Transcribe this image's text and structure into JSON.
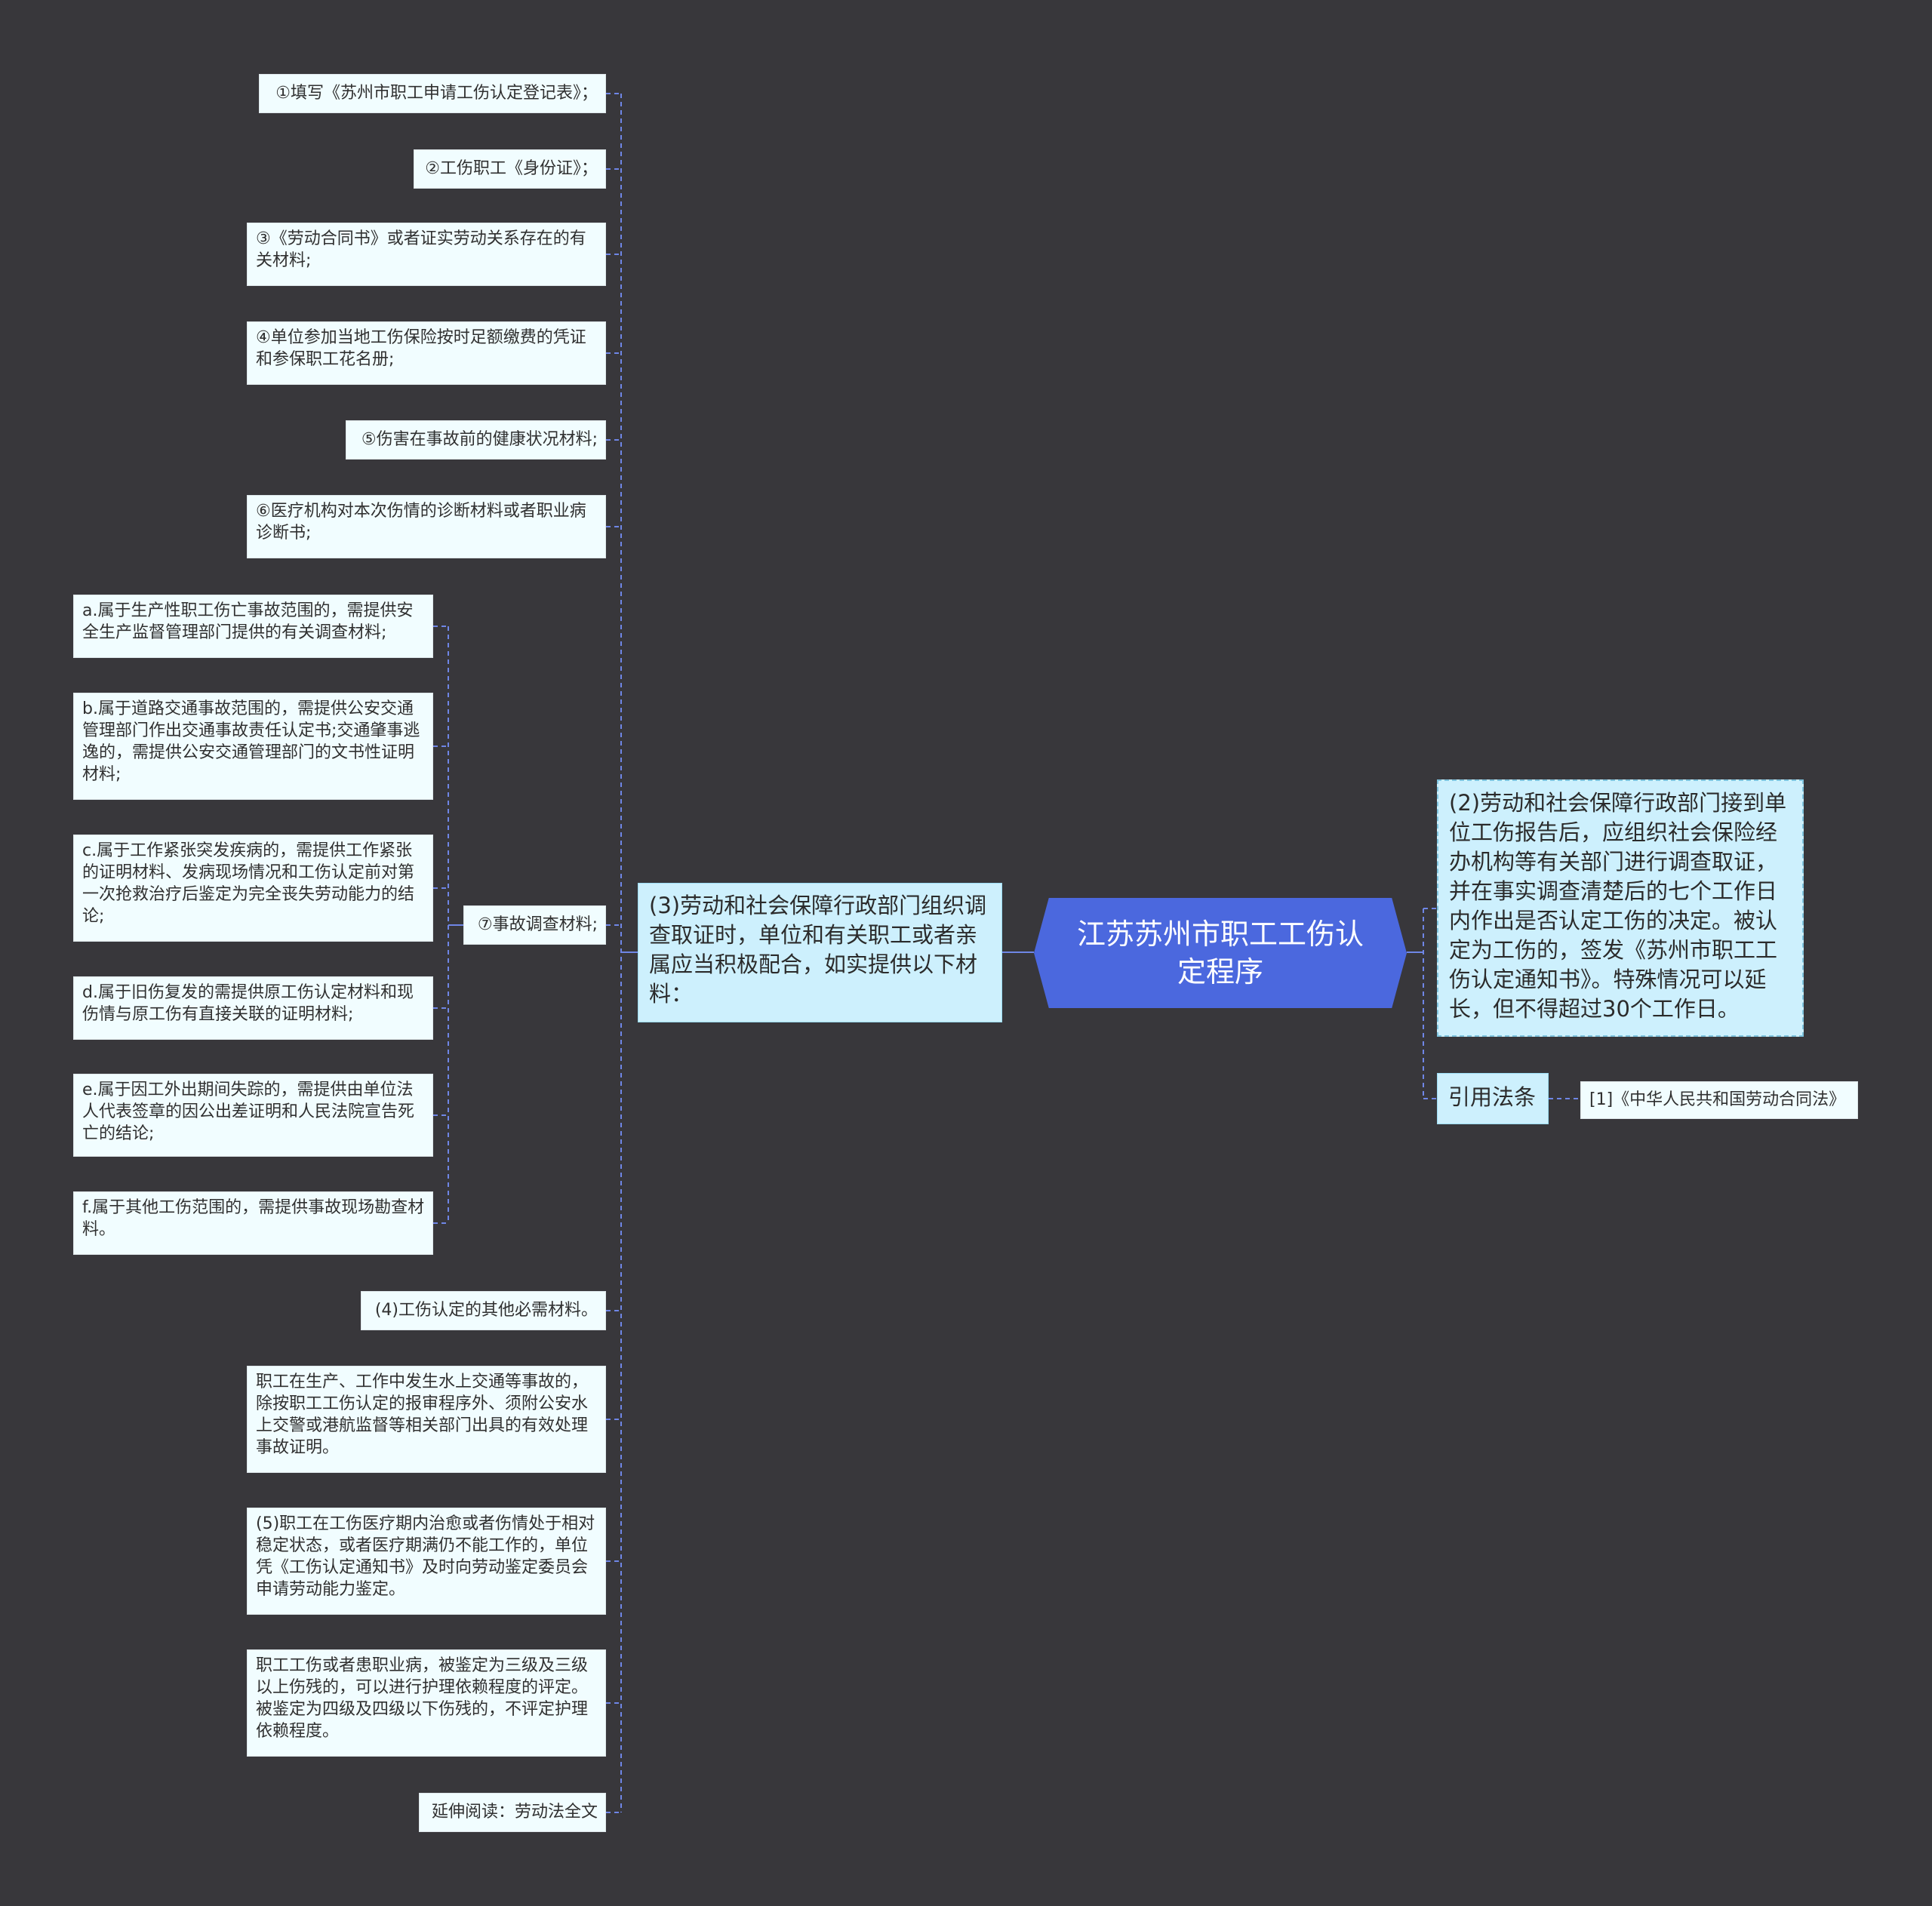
{
  "root": {
    "title": "江苏苏州市职工工伤认定程序"
  },
  "left_branch": {
    "label": "(3)劳动和社会保障行政部门组织调查取证时，单位和有关职工或者亲属应当积极配合，如实提供以下材料：",
    "items": [
      "①填写《苏州市职工申请工伤认定登记表》；",
      "②工伤职工《身份证》；",
      "③《劳动合同书》或者证实劳动关系存在的有关材料;",
      "④单位参加当地工伤保险按时足额缴费的凭证和参保职工花名册;",
      "⑤伤害在事故前的健康状况材料;",
      "⑥医疗机构对本次伤情的诊断材料或者职业病诊断书;",
      "⑦事故调查材料;",
      "(4)工伤认定的其他必需材料。",
      "职工在生产、工作中发生水上交通等事故的，除按职工工伤认定的报审程序外、须附公安水上交警或港航监督等相关部门出具的有效处理事故证明。",
      "(5)职工在工伤医疗期内治愈或者伤情处于相对稳定状态，或者医疗期满仍不能工作的，单位凭《工伤认定通知书》及时向劳动鉴定委员会申请劳动能力鉴定。",
      "职工工伤或者患职业病，被鉴定为三级及三级以上伤残的，可以进行护理依赖程度的评定。被鉴定为四级及四级以下伤残的，不评定护理依赖程度。",
      "延伸阅读：劳动法全文"
    ],
    "sub_items": [
      "a.属于生产性职工伤亡事故范围的，需提供安全生产监督管理部门提供的有关调查材料;",
      "b.属于道路交通事故范围的，需提供公安交通管理部门作出交通事故责任认定书;交通肇事逃逸的，需提供公安交通管理部门的文书性证明材料;",
      "c.属于工作紧张突发疾病的，需提供工作紧张的证明材料、发病现场情况和工伤认定前对第一次抢救治疗后鉴定为完全丧失劳动能力的结论;",
      "d.属于旧伤复发的需提供原工伤认定材料和现伤情与原工伤有直接关联的证明材料;",
      "e.属于因工外出期间失踪的，需提供由单位法人代表签章的因公出差证明和人民法院宣告死亡的结论;",
      "f.属于其他工伤范围的，需提供事故现场勘查材料。"
    ]
  },
  "right_branch": {
    "step2": "(2)劳动和社会保障行政部门接到单位工伤报告后，应组织社会保险经办机构等有关部门进行调查取证，并在事实调查清楚后的七个工作日内作出是否认定工伤的决定。被认定为工伤的，签发《苏州市职工工伤认定通知书》。特殊情况可以延长，但不得超过30个工作日。",
    "cite_label": "引用法条",
    "cite_item": "[1]《中华人民共和国劳动合同法》"
  },
  "colors": {
    "background": "#38373b",
    "root": "#4b68de",
    "connector": "#6f86e6",
    "level1_fill": "#cdf0fd",
    "leaf_fill": "#f1fdff"
  }
}
